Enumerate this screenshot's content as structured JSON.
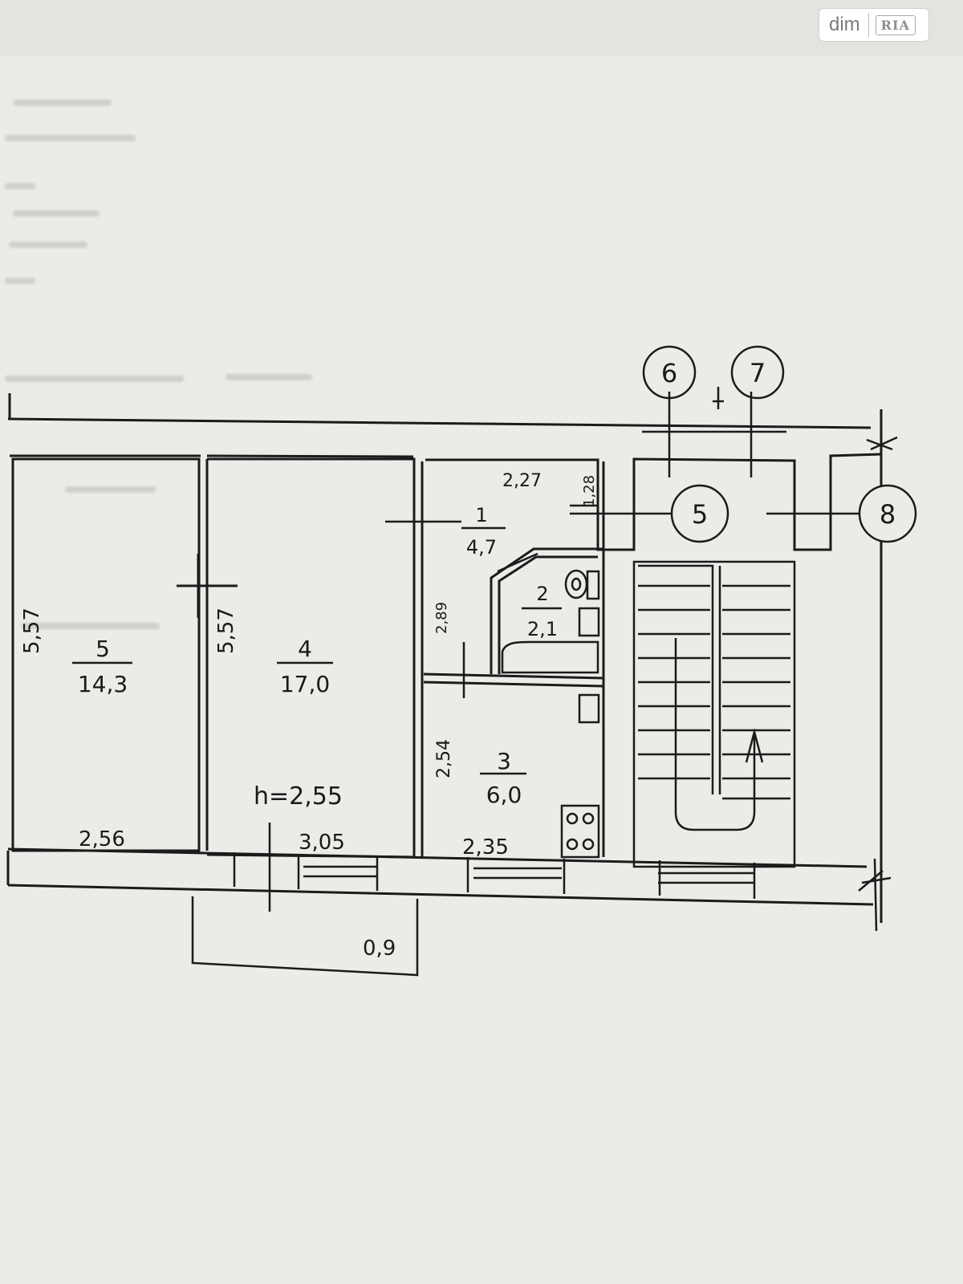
{
  "watermark": {
    "brand_left": "dim",
    "brand_right": "RIA"
  },
  "rooms": [
    {
      "number": "5",
      "area": "14,3"
    },
    {
      "number": "4",
      "area": "17,0"
    },
    {
      "number": "1",
      "area": "4,7"
    },
    {
      "number": "2",
      "area": "2,1"
    },
    {
      "number": "3",
      "area": "6,0"
    }
  ],
  "dimensions": {
    "room5_width": "2,56",
    "room5_length": "5,57",
    "room4_width": "3,05",
    "room4_length": "5,57",
    "room3_width": "2,35",
    "room3_length": "2,54",
    "hall_width": "2,27",
    "hall_depth": "1,28",
    "bath_length": "2,89",
    "balcony_depth": "0,9",
    "ceiling_height": "h=2,55"
  },
  "markers": [
    "6",
    "7",
    "5",
    "8"
  ]
}
